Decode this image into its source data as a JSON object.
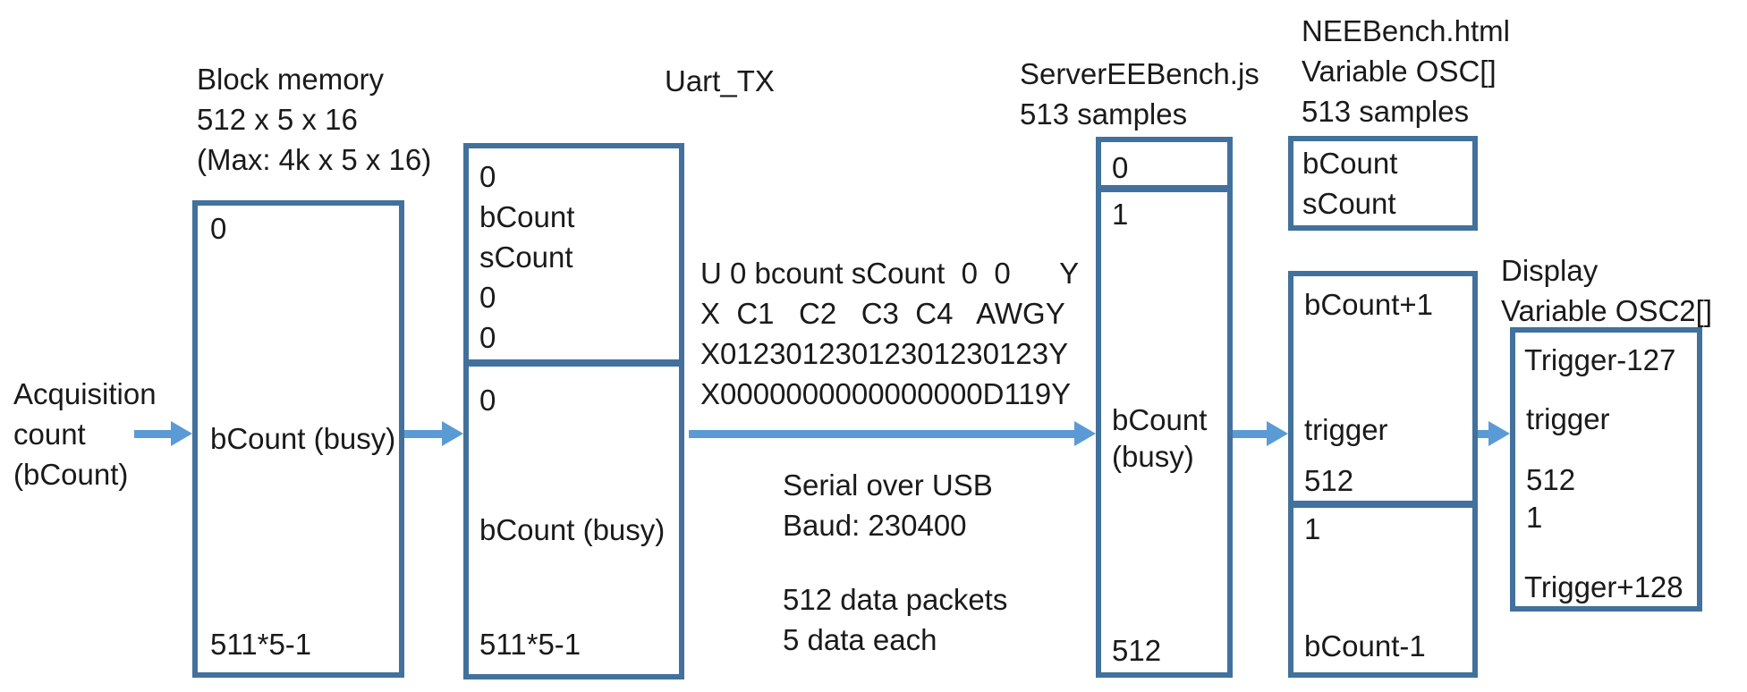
{
  "colors": {
    "box_border": "#41719C",
    "arrow": "#5B9BD5",
    "text": "#1a1a1a"
  },
  "acquisition_label": {
    "line1": "Acquisition",
    "line2": "count",
    "line3": "(bCount)"
  },
  "block_memory": {
    "label": {
      "line1": "Block memory",
      "line2": "512 x 5 x 16",
      "line3": "(Max: 4k x 5 x 16)"
    },
    "slot_top": "0",
    "slot_middle": "bCount (busy)",
    "slot_bottom": "511*5-1"
  },
  "uart": {
    "label": "Uart_TX",
    "upper": {
      "line1": "0",
      "line2": "bCount",
      "line3": "sCount",
      "line4": "0",
      "line5": "0"
    },
    "lower": {
      "slot_top": "0",
      "slot_middle": "bCount (busy)",
      "slot_bottom": "511*5-1"
    }
  },
  "protocol": {
    "line1": "U 0 bcount sCount  0  0      Y",
    "line2": "X  C1   C2   C3  C4   AWGY",
    "line3": "X01230123012301230123Y",
    "line4": "X0000000000000000D119Y"
  },
  "serial": {
    "line1": "Serial over USB",
    "line2": "Baud: 230400"
  },
  "packets": {
    "line1": "512 data packets",
    "line2": "5 data each"
  },
  "server": {
    "label": {
      "line1": "ServerEEBench.js",
      "line2": "513 samples"
    },
    "slot0": "0",
    "slot1": "1",
    "middle_line1": "bCount",
    "middle_line2": "(busy)",
    "slot_bottom": "512"
  },
  "neebench": {
    "label": {
      "line1": "NEEBench.html",
      "line2": "Variable OSC[]",
      "line3": "513 samples"
    },
    "header_box": {
      "line1": "bCount",
      "line2": "sCount"
    },
    "osc_box": {
      "slot_top": "bCount+1",
      "slot_trigger": "trigger",
      "slot_512": "512",
      "slot_1": "1",
      "slot_bottom": "bCount-1"
    }
  },
  "display": {
    "label": {
      "line1": "Display",
      "line2": "Variable OSC2[]"
    },
    "slot_top": "Trigger-127",
    "slot_trigger": "trigger",
    "slot_512": "512",
    "slot_1": "1",
    "slot_bottom": "Trigger+128"
  }
}
